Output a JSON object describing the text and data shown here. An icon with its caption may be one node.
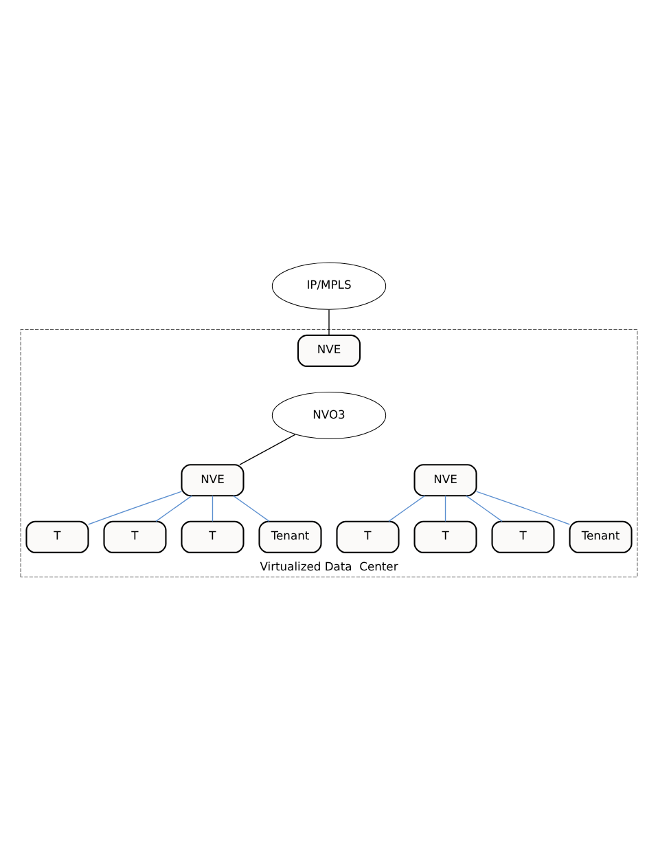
{
  "diagram": {
    "nodes": [
      {
        "text": [
          "IP/MPLS"
        ]
      },
      {
        "text": [
          "Virtualized Data  Center"
        ]
      },
      {
        "text": [
          "NVE"
        ],
        "in": 1
      },
      {
        "text": [
          "NVO3"
        ],
        "in": 1
      },
      {
        "text": [
          "NVE"
        ],
        "in": 1
      },
      {
        "text": [
          "NVE"
        ],
        "in": 1
      },
      {
        "text": [
          "T"
        ],
        "in": 1
      },
      {
        "text": [
          "T"
        ],
        "in": 1
      },
      {
        "text": [
          "T"
        ],
        "in": 1
      },
      {
        "text": [
          "Tenant"
        ],
        "in": 1
      },
      {
        "text": [
          "T"
        ],
        "in": 1
      },
      {
        "text": [
          "T"
        ],
        "in": 1
      },
      {
        "text": [
          "T"
        ],
        "in": 1
      },
      {
        "text": [
          "Tenant"
        ],
        "in": 1
      }
    ],
    "edges": [
      {
        "from": 0,
        "to": 2,
        "arrow": "none",
        "color": "#000000"
      },
      {
        "from": 3,
        "to": 4,
        "arrow": "none",
        "color": "#000000"
      },
      {
        "from": 4,
        "to": 6,
        "arrow": "none"
      },
      {
        "from": 4,
        "to": 7,
        "arrow": "none"
      },
      {
        "from": 4,
        "to": 8,
        "arrow": "none"
      },
      {
        "from": 4,
        "to": 9,
        "arrow": "none"
      },
      {
        "from": 5,
        "to": 10,
        "arrow": "none"
      },
      {
        "from": 5,
        "to": 11,
        "arrow": "none"
      },
      {
        "from": 5,
        "to": 12,
        "arrow": "none"
      },
      {
        "from": 5,
        "to": 13,
        "arrow": "none"
      }
    ]
  }
}
